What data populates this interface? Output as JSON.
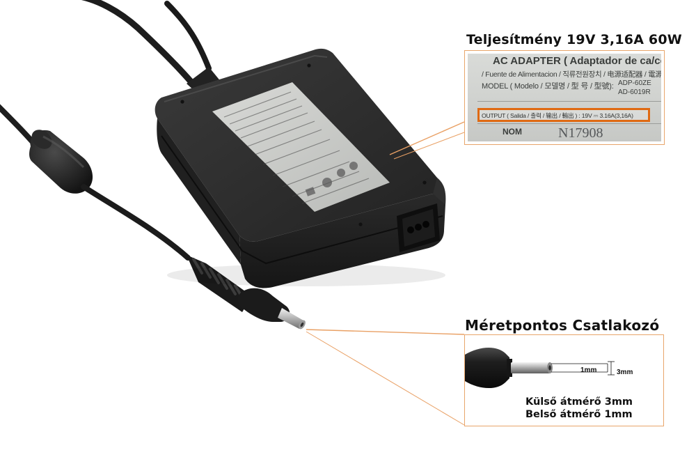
{
  "callouts": {
    "power_title": "Teljesítmény 19V 3,16A 60W",
    "connector_title": "Méretpontos Csatlakozó"
  },
  "label_zoom": {
    "line1": "AC ADAPTER ( Adaptador de ca/cc",
    "line2": "/ Fuente de Alimentacion / 직류전원장치 / 电源适配器 / 電源適配",
    "line3": "MODEL ( Modelo / 모델명 / 型 号 / 型號):",
    "model_a": "ADP-60ZE",
    "model_b": "AD-6019R",
    "output": "OUTPUT ( Salida / 출력 / 输出 / 輸出 ) :  19V ⎓ 3.16A(3,16A)",
    "mark": "NOM",
    "cert": "N17908"
  },
  "connector_zoom": {
    "inner_dim": "1mm",
    "outer_dim": "3mm",
    "outer_spec": "Külső átmérő 3mm",
    "inner_spec": "Belső átmérő 1mm"
  },
  "colors": {
    "accent": "#e06a13",
    "frame": "#e8a56a",
    "adapter_body": "#2b2b2b"
  }
}
